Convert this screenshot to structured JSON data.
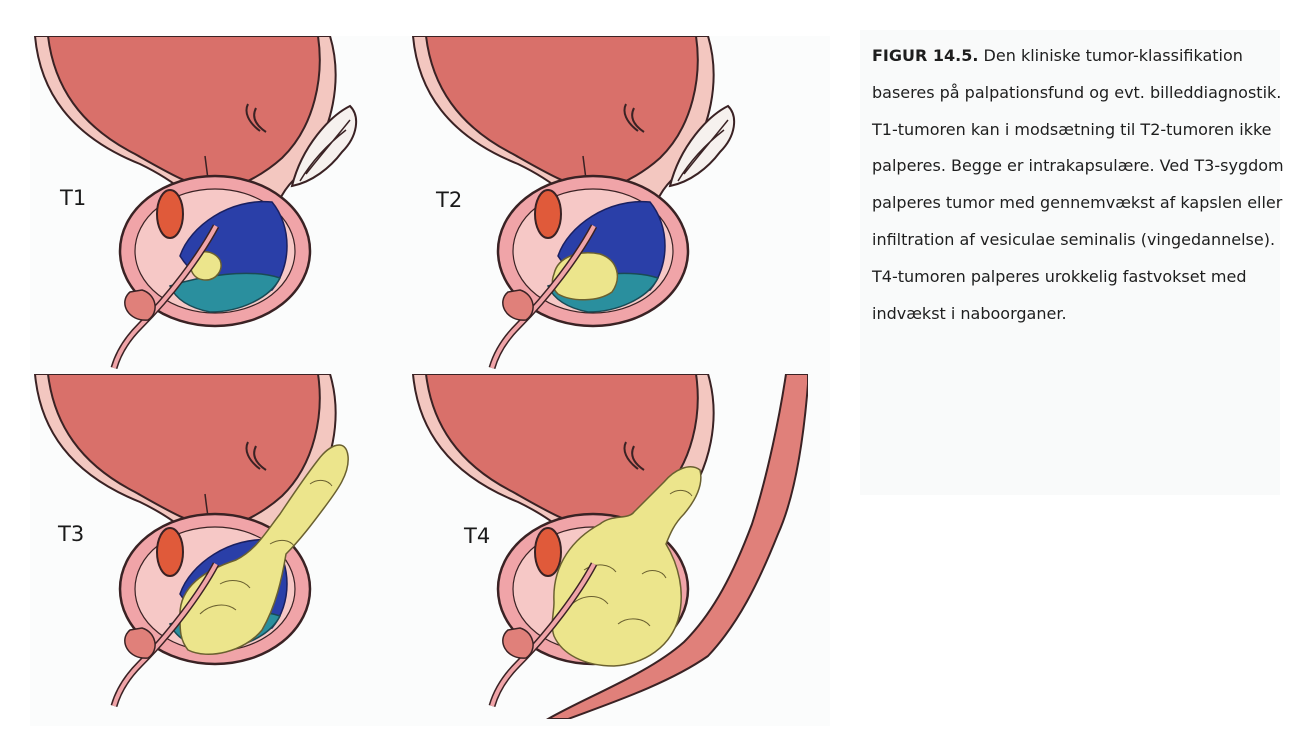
{
  "figure": {
    "panels": [
      {
        "label": "T1",
        "tumor_extent": "intracapsular-small"
      },
      {
        "label": "T2",
        "tumor_extent": "intracapsular-larger"
      },
      {
        "label": "T3",
        "tumor_extent": "extracapsular-vesiculae-seminalis"
      },
      {
        "label": "T4",
        "tumor_extent": "fixed-invasion-neighbouring-organs"
      }
    ],
    "caption": {
      "label": "FIGUR 14.5.",
      "text": "Den kliniske tumor-klassifikation baseres på palpationsfund og evt. billeddiagnostik. T1-tumoren kan i modsætning til T2-tumoren ikke palperes. Begge er intrakapsulære. Ved T3-sygdom palperes tumor med gennemvækst af kapslen eller infiltration af vesiculae seminalis (vingedannelse). T4-tumoren palperes urokkelig fastvokset med indvækst i naboorganer."
    }
  },
  "colors": {
    "bladder": "#d9706a",
    "bladder_wall": "#f3c7c0",
    "outline": "#3a2224",
    "prostate": "#f0a4a8",
    "urethra_core": "#e05a3a",
    "zone_blue": "#2a3fa8",
    "zone_teal": "#2a8f9e",
    "tumor": "#ece58c",
    "rectum": "#e0807a"
  }
}
